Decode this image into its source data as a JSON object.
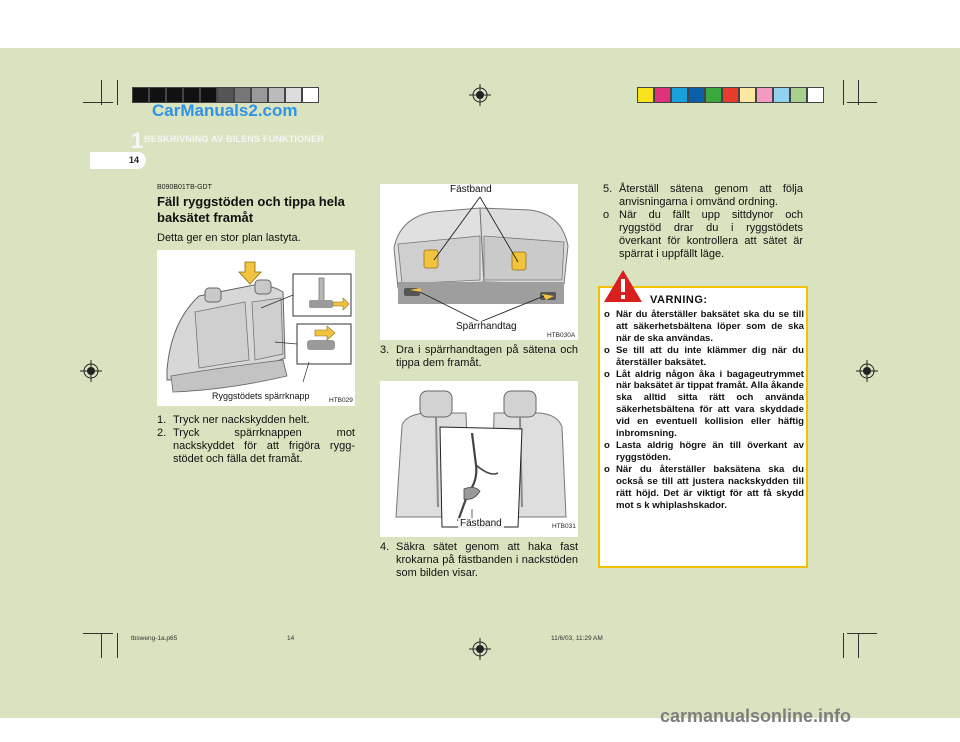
{
  "watermark_top": "CarManuals2.com",
  "watermark_bottom": "carmanualsonline.info",
  "chapter": {
    "number": "1",
    "title": "BESKRIVNING AV BILENS FUNKTIONER"
  },
  "page_number": "14",
  "colors": {
    "page_bg": "#d9e3bf",
    "warning_border": "#f2c100",
    "warning_icon": "#d8201c",
    "watermark_blue": "#2f93e6"
  },
  "colorbar_right": [
    "#f7e31c",
    "#e0327a",
    "#1aa0dd",
    "#0b5ea8",
    "#3aa83c",
    "#e63c2c",
    "#fce8a0",
    "#f29ac2",
    "#92d2ef",
    "#a8cf8e",
    "#ffffff"
  ],
  "colorbar_left": [
    "#111111",
    "#111111",
    "#111111",
    "#111111",
    "#111111",
    "#555555",
    "#777777",
    "#999999",
    "#bbbbbb",
    "#dddddd",
    "#ffffff"
  ],
  "left": {
    "code": "B090B01TB-GDT",
    "heading": "Fäll ryggstöden och tippa hela baksätet framåt",
    "intro": "Detta ger en stor plan lastyta.",
    "figure": {
      "label": "Ryggstödets spärrknapp",
      "code": "HTB029"
    },
    "steps": [
      {
        "num": "1.",
        "text": "Tryck ner nackskydden helt."
      },
      {
        "num": "2.",
        "text": "Tryck spärrknappen mot nackskyddet för att frigöra rygg-stödet och fälla det framåt."
      }
    ]
  },
  "middle": {
    "figure1": {
      "label_top": "Fästband",
      "label_bottom": "Spärrhandtag",
      "code": "HTB030A"
    },
    "step3": {
      "num": "3.",
      "text": "Dra i spärrhandtagen på sätena och tippa dem framåt."
    },
    "figure2": {
      "label": "Fästband",
      "code": "HTB031"
    },
    "step4": {
      "num": "4.",
      "text": "Säkra sätet genom att haka fast krokarna på fästbanden i nackstöden som bilden visar."
    }
  },
  "right": {
    "items": [
      {
        "num": "5.",
        "text": "Återställ sätena genom att följa anvisningarna i omvänd ordning."
      },
      {
        "num": "o",
        "text": "När du fällt upp sittdynor och ryggstöd drar du i ryggstödets överkant för kontrollera att sätet är spärrat i uppfällt läge."
      }
    ],
    "warning": {
      "icon": "exclamation-triangle-icon",
      "title": "VARNING:",
      "items": [
        "När du återställer baksätet ska du se till att säkerhetsbältena löper som de ska när de ska användas.",
        "Se till att du inte klämmer dig när du återställer baksätet.",
        "Låt aldrig någon åka i bagageutrymmet när baksätet är tippat framåt. Alla åkande ska alltid sitta rätt och använda säkerhetsbältena för att vara skyddade vid en eventuell kollision eller häftig inbromsning.",
        "Lasta aldrig högre än till överkant av ryggstöden.",
        "När du återställer baksätena ska du också se till att justera nackskydden till rätt höjd. Det är viktigt för att få skydd mot s k whiplashskador."
      ]
    }
  },
  "footer": {
    "file": "tbsweng-1a.p65",
    "page": "14",
    "date": "11/6/03, 11:29 AM"
  }
}
